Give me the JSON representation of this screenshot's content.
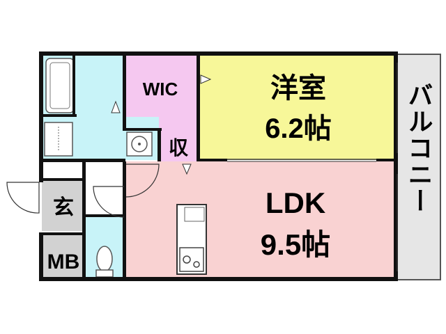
{
  "rooms": {
    "western": {
      "name": "洋室",
      "size": "6.2帖"
    },
    "ldk": {
      "name": "LDK",
      "size": "9.5帖"
    },
    "wic": {
      "name": "WIC"
    },
    "storage": {
      "name": "収"
    },
    "entrance": {
      "name": "玄"
    },
    "meter_box": {
      "name": "MB"
    },
    "balcony": {
      "name": "バルコニー"
    }
  },
  "colors": {
    "western": "#f7f799",
    "ldk": "#f9d2d2",
    "wic": "#f5c8f0",
    "wet_area": "#c8f3f8",
    "entrance": "#d2d2d2",
    "balcony": "#e6e6e6",
    "hall": "#ffffff",
    "wall": "#111111"
  }
}
